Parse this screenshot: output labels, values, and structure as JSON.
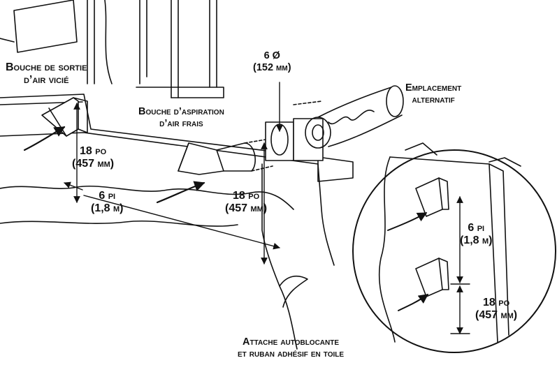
{
  "labels": {
    "exhaust_hood": [
      "Bouche de sortie",
      "d’air vicié"
    ],
    "intake_hood": [
      "Bouche d’aspiration",
      "d’air frais"
    ],
    "duct_diameter": [
      "6 Ø",
      "(152 mm)"
    ],
    "alternate_location": [
      "Emplacement",
      "alternatif"
    ],
    "exhaust_height": [
      "18 po",
      "(457 mm)"
    ],
    "hood_spacing": [
      "6 pi",
      "(1,8 m)"
    ],
    "intake_height": [
      "18 po",
      "(457 mm)"
    ],
    "inset_spacing": [
      "6 pi",
      "(1,8 m)"
    ],
    "inset_height": [
      "18 po",
      "(457 mm)"
    ],
    "fastener": [
      "Attache autoblocante",
      "et ruban adhésif en toile"
    ]
  },
  "colors": {
    "line": "#111111",
    "fill": "#ffffff"
  }
}
